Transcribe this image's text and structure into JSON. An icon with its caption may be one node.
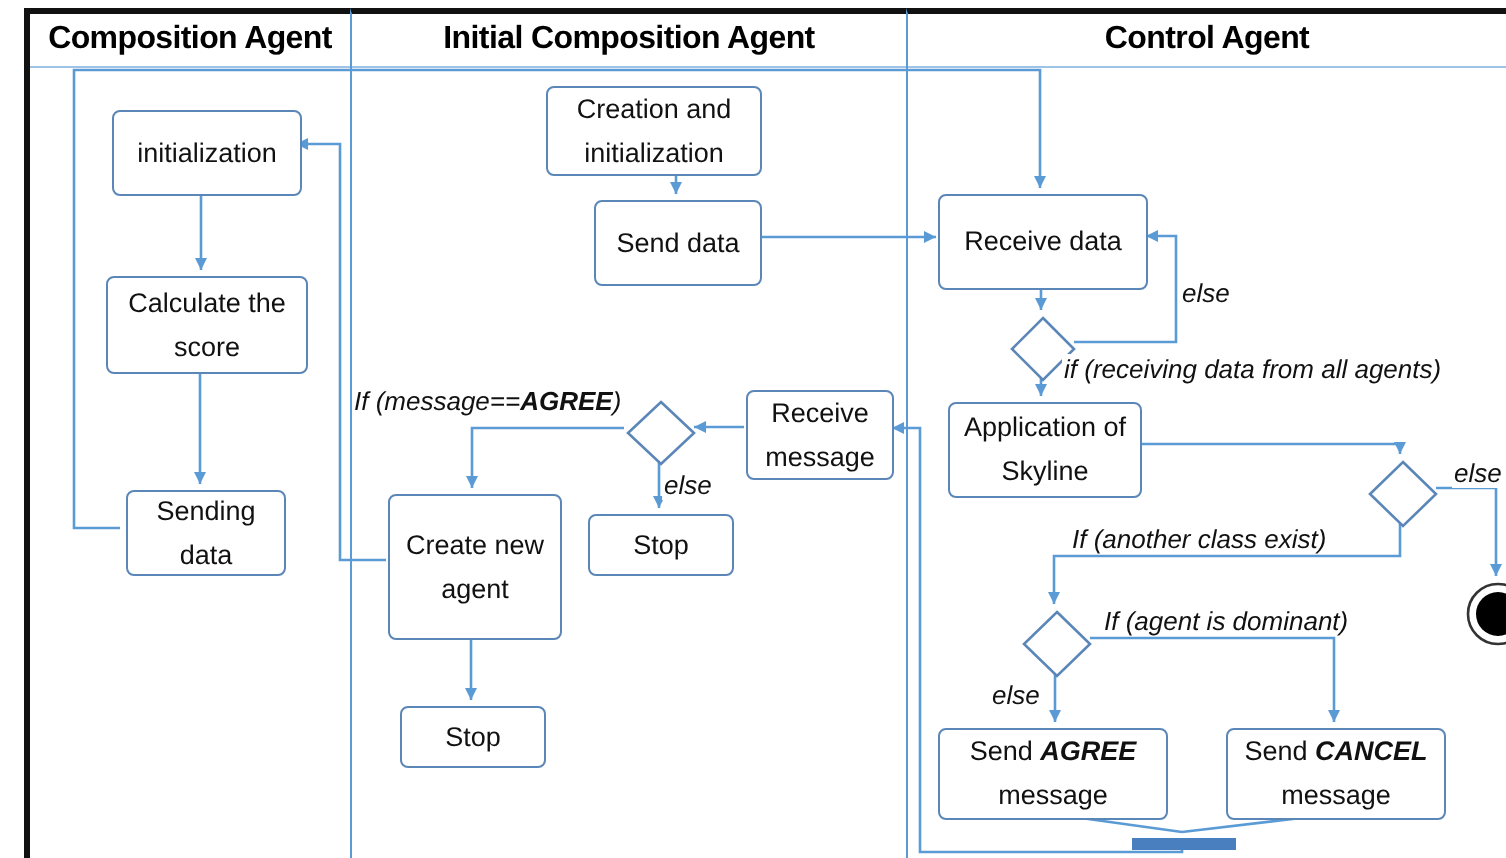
{
  "diagram": {
    "nodes": [
      {
        "text": [
          "Composition Agent"
        ]
      },
      {
        "text": [
          "Initial Composition Agent"
        ]
      },
      {
        "text": [
          "Control Agent"
        ]
      },
      {
        "text": [
          "initialization"
        ],
        "in": 0
      },
      {
        "text": [
          "Calculate the score"
        ],
        "in": 0
      },
      {
        "text": [
          "Sending data"
        ],
        "in": 0
      },
      {
        "text": [
          "Creation and initialization"
        ],
        "in": 1
      },
      {
        "text": [
          "Send data"
        ],
        "in": 1
      },
      {
        "text": [
          "Receive data"
        ],
        "in": 2
      },
      {
        "text": [],
        "shape": "diamond",
        "in": 2
      },
      {
        "text": [
          "Application of Skyline"
        ],
        "in": 2
      },
      {
        "text": [],
        "shape": "diamond",
        "in": 2
      },
      {
        "text": [],
        "shape": "circle",
        "in": 2
      },
      {
        "text": [],
        "shape": "diamond",
        "in": 2
      },
      {
        "text": [
          "Send **AGREE** message"
        ],
        "in": 2
      },
      {
        "text": [
          "Send **CANCEL** message"
        ],
        "in": 2
      },
      {
        "text": [],
        "shape": "bar",
        "in": 2
      },
      {
        "text": [
          "Receive message"
        ],
        "in": 1
      },
      {
        "text": [],
        "shape": "diamond",
        "in": 1
      },
      {
        "text": [
          "Create new agent"
        ],
        "in": 1
      },
      {
        "text": [
          "Stop"
        ],
        "in": 1
      },
      {
        "text": [
          "Stop"
        ],
        "in": 1
      }
    ],
    "edges": [
      {
        "from": 3,
        "to": 4,
        "arrow": "to"
      },
      {
        "from": 4,
        "to": 5,
        "arrow": "to"
      },
      {
        "from": 5,
        "to": 8,
        "arrow": "to"
      },
      {
        "from": 6,
        "to": 7,
        "arrow": "to"
      },
      {
        "from": 7,
        "to": 8,
        "arrow": "to"
      },
      {
        "from": 8,
        "to": 9,
        "arrow": "to"
      },
      {
        "from": 9,
        "to": 8,
        "arrow": "to",
        "label": "else"
      },
      {
        "from": 9,
        "to": 10,
        "arrow": "to",
        "label": "if (receiving data from all agents)"
      },
      {
        "from": 10,
        "to": 11,
        "arrow": "to"
      },
      {
        "from": 11,
        "to": 12,
        "arrow": "to",
        "label": "else"
      },
      {
        "from": 11,
        "to": 13,
        "arrow": "to",
        "label": "If (another class exist)"
      },
      {
        "from": 13,
        "to": 15,
        "arrow": "to",
        "label": "If (agent is dominant)"
      },
      {
        "from": 13,
        "to": 14,
        "arrow": "to",
        "label": "else"
      },
      {
        "from": 14,
        "to": 16,
        "arrow": "none"
      },
      {
        "from": 15,
        "to": 16,
        "arrow": "none"
      },
      {
        "from": 16,
        "to": 17,
        "arrow": "to"
      },
      {
        "from": 17,
        "to": 18,
        "arrow": "to"
      },
      {
        "from": 18,
        "to": 19,
        "arrow": "to",
        "label": "If (message==**AGREE**)"
      },
      {
        "from": 18,
        "to": 20,
        "arrow": "to",
        "label": "else"
      },
      {
        "from": 19,
        "to": 3,
        "arrow": "to"
      },
      {
        "from": 19,
        "to": 21,
        "arrow": "to"
      }
    ]
  }
}
